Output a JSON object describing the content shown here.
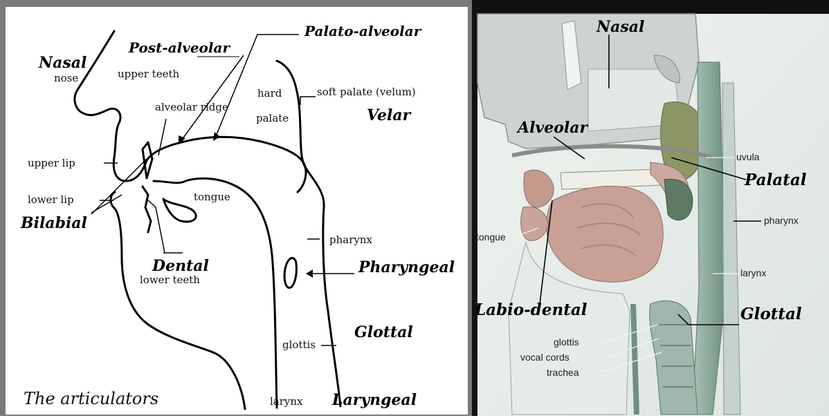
{
  "left_panel": {
    "caption": "The articulators",
    "terms": {
      "nasal": "Nasal",
      "post_alveolar": "Post-alveolar",
      "palato_alveolar": "Palato-alveolar",
      "velar": "Velar",
      "bilabial": "Bilabial",
      "dental": "Dental",
      "pharyngeal": "Pharyngeal",
      "glottal": "Glottal",
      "laryngeal": "Laryngeal"
    },
    "labels": {
      "nose": "nose",
      "upper_teeth": "upper teeth",
      "alveolar_ridge": "alveolar ridge",
      "hard": "hard",
      "palate": "palate",
      "soft_palate": "soft palate (velum)",
      "upper_lip": "upper lip",
      "lower_lip": "lower lip",
      "tongue": "tongue",
      "pharynx": "pharynx",
      "lower_teeth": "lower teeth",
      "glottis": "glottis",
      "larynx": "larynx"
    }
  },
  "right_panel": {
    "terms": {
      "nasal": "Nasal",
      "alveolar": "Alveolar",
      "palatal": "Palatal",
      "labio_dental": "Labio-dental",
      "glottal": "Glottal"
    },
    "labels": {
      "uvula": "uvula",
      "pharynx": "pharynx",
      "tongue": "tongue",
      "larynx": "larynx",
      "glottis": "glottis",
      "vocal_cords": "vocal cords",
      "trachea": "trachea"
    }
  }
}
